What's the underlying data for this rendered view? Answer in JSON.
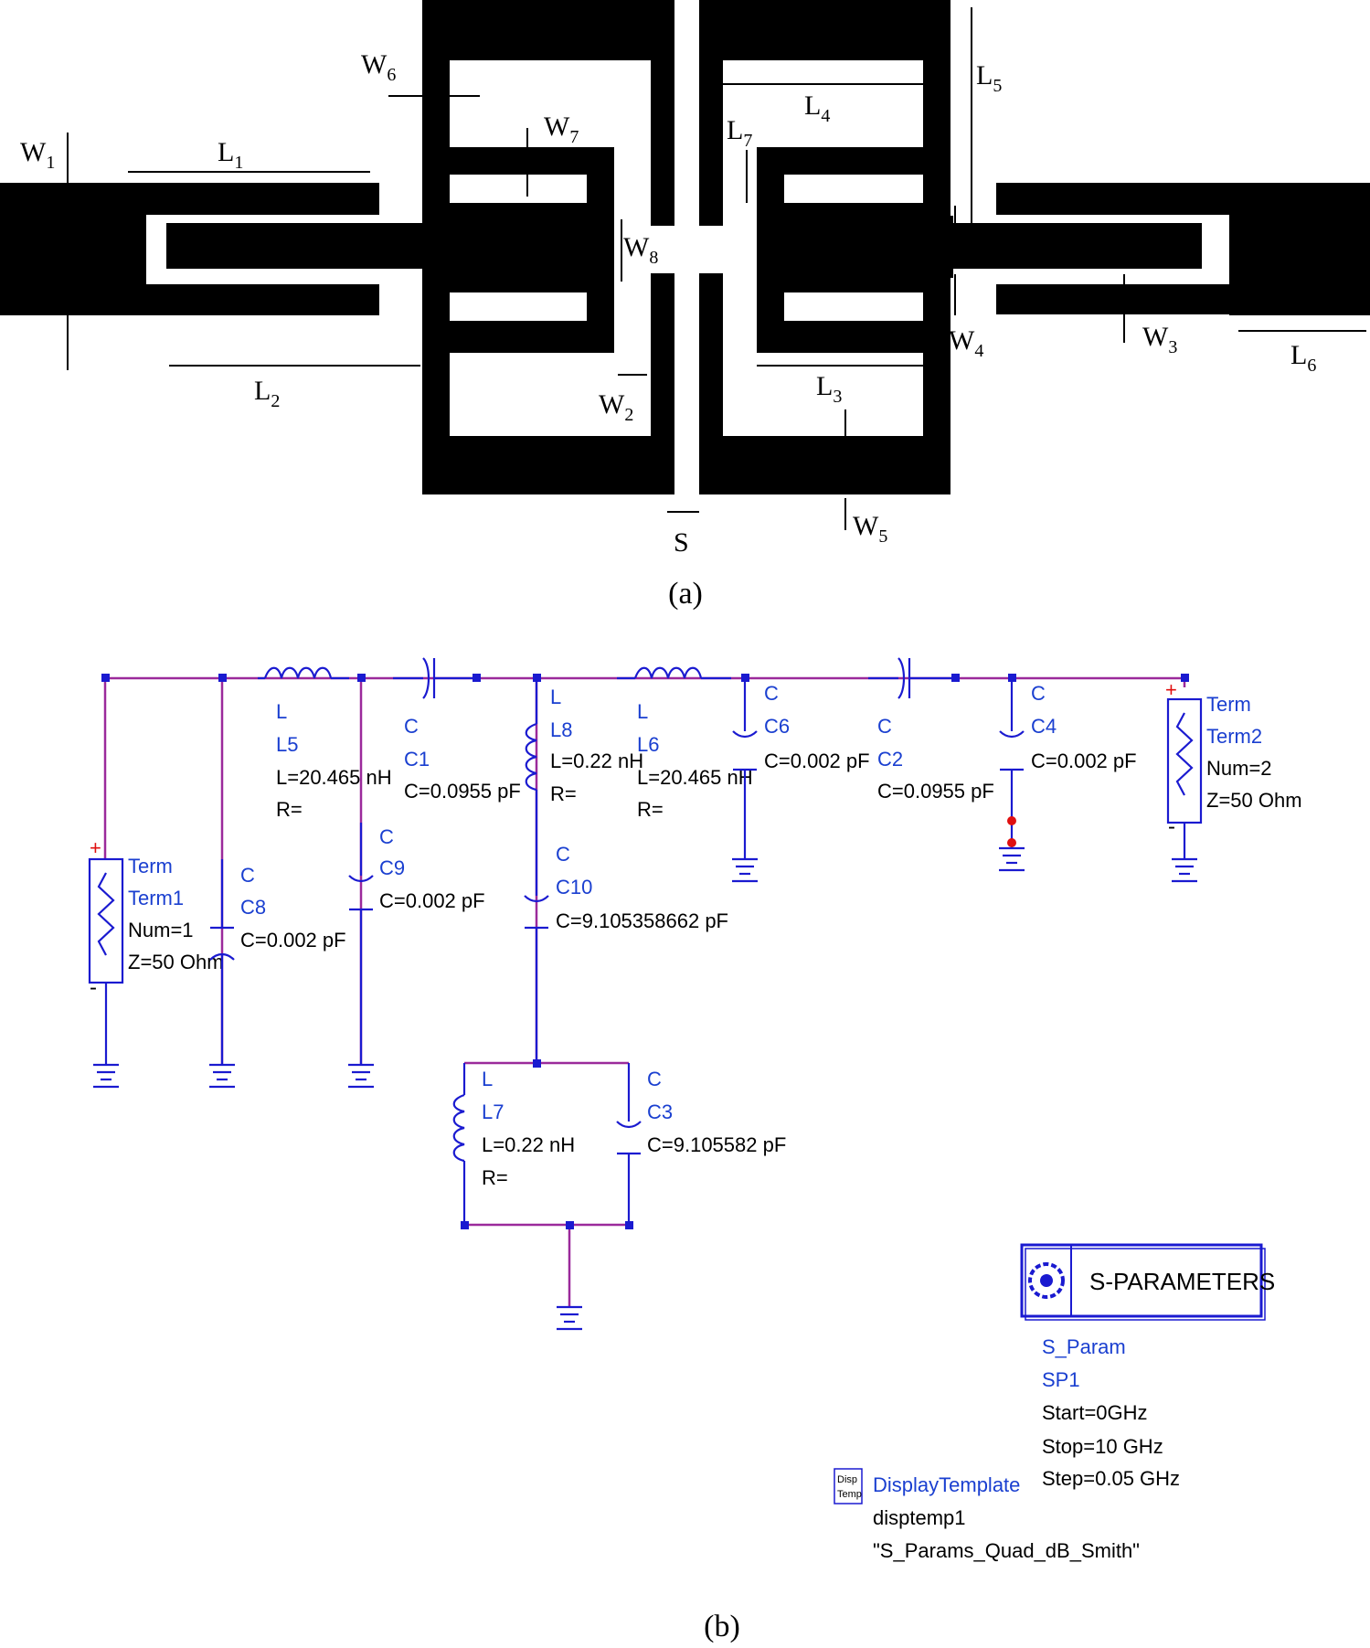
{
  "captions": {
    "a": "(a)",
    "b": "(b)"
  },
  "layout_labels": {
    "W1": {
      "base": "W",
      "sub": "1"
    },
    "W2": {
      "base": "W",
      "sub": "2"
    },
    "W3": {
      "base": "W",
      "sub": "3"
    },
    "W4": {
      "base": "W",
      "sub": "4"
    },
    "W5": {
      "base": "W",
      "sub": "5"
    },
    "W6": {
      "base": "W",
      "sub": "6"
    },
    "W7": {
      "base": "W",
      "sub": "7"
    },
    "W8": {
      "base": "W",
      "sub": "8"
    },
    "L1": {
      "base": "L",
      "sub": "1"
    },
    "L2": {
      "base": "L",
      "sub": "2"
    },
    "L3": {
      "base": "L",
      "sub": "3"
    },
    "L4": {
      "base": "L",
      "sub": "4"
    },
    "L5": {
      "base": "L",
      "sub": "5"
    },
    "L6": {
      "base": "L",
      "sub": "6"
    },
    "L7": {
      "base": "L",
      "sub": "7"
    },
    "S": "S"
  },
  "schematic": {
    "term1": {
      "cls": "Term",
      "name": "Term1",
      "num": "Num=1",
      "z": "Z=50 Ohm"
    },
    "term2": {
      "cls": "Term",
      "name": "Term2",
      "num": "Num=2",
      "z": "Z=50 Ohm"
    },
    "L5": {
      "cls": "L",
      "name": "L5",
      "value": "L=20.465 nH",
      "r": "R="
    },
    "L6": {
      "cls": "L",
      "name": "L6",
      "value": "L=20.465 nH",
      "r": "R="
    },
    "L8": {
      "cls": "L",
      "name": "L8",
      "value": "L=0.22 nH",
      "r": "R="
    },
    "L7": {
      "cls": "L",
      "name": "L7",
      "value": "L=0.22 nH",
      "r": "R="
    },
    "C1": {
      "cls": "C",
      "name": "C1",
      "value": "C=0.0955 pF"
    },
    "C2": {
      "cls": "C",
      "name": "C2",
      "value": "C=0.0955 pF"
    },
    "C3": {
      "cls": "C",
      "name": "C3",
      "value": "C=9.105582 pF"
    },
    "C4": {
      "cls": "C",
      "name": "C4",
      "value": "C=0.002 pF"
    },
    "C6": {
      "cls": "C",
      "name": "C6",
      "value": "C=0.002 pF"
    },
    "C8": {
      "cls": "C",
      "name": "C8",
      "value": "C=0.002 pF"
    },
    "C9": {
      "cls": "C",
      "name": "C9",
      "value": "C=0.002 pF"
    },
    "C10": {
      "cls": "C",
      "name": "C10",
      "value": "C=9.105358662 pF"
    },
    "sparam": {
      "box_title": "S-PARAMETERS",
      "cls": "S_Param",
      "name": "SP1",
      "start": "Start=0GHz",
      "stop": "Stop=10 GHz",
      "step": "Step=0.05 GHz"
    },
    "display": {
      "icon_line1": "Disp",
      "icon_line2": "Temp",
      "cls": "DisplayTemplate",
      "name": "disptemp1",
      "template": "\"S_Params_Quad_dB_Smith\""
    }
  },
  "colors": {
    "component": "#1a1ad0",
    "label": "#1a3fd0",
    "wire": "#9b2a9b",
    "marker": "#e01010"
  }
}
